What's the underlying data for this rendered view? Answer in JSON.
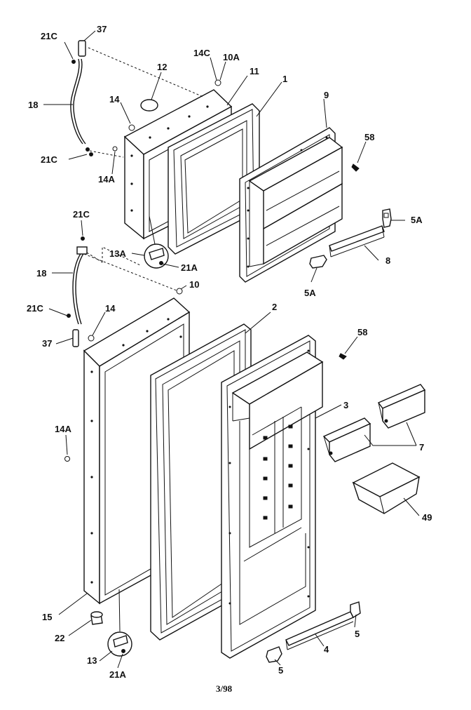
{
  "part_labels": {
    "p21c_top": "21C",
    "p37_top": "37",
    "p14c": "14C",
    "p10a": "10A",
    "p12": "12",
    "p11": "11",
    "p1": "1",
    "p9": "9",
    "p18_top": "18",
    "p14_top": "14",
    "p58_top": "58",
    "p21c_mid": "21C",
    "p14a_top": "14A",
    "p21c_hinge": "21C",
    "p5a_right": "5A",
    "p13a": "13A",
    "p21a_top": "21A",
    "p8": "8",
    "p18_bot": "18",
    "p5a_left": "5A",
    "p10": "10",
    "p21c_bot": "21C",
    "p14_bot": "14",
    "p2": "2",
    "p58_bot": "58",
    "p37_bot": "37",
    "p3": "3",
    "p14a_bot": "14A",
    "p7": "7",
    "p49": "49",
    "p15": "15",
    "p22": "22",
    "p5_right": "5",
    "p4": "4",
    "p13": "13",
    "p21a_bot": "21A",
    "p5_bot": "5"
  },
  "footer_code": "3/98"
}
